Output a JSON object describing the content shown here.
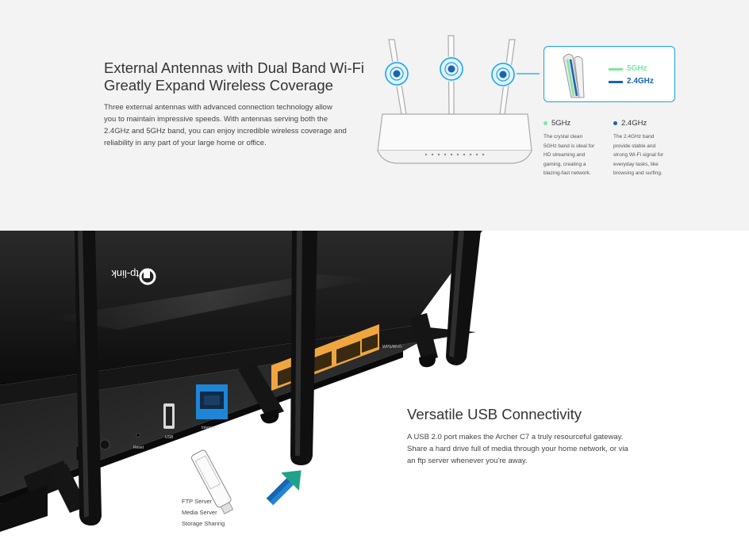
{
  "section1": {
    "title_lines": [
      "External Antennas with Dual Band Wi-Fi",
      "Greatly Expand Wireless Coverage"
    ],
    "body_lines": [
      "Three external antennas with advanced connection technology allow",
      "you to maintain impressive speeds. With antennas serving both the",
      "2.4GHz and 5GHz band, you can enjoy incredible wireless coverage and",
      "reliability in any part of your large home or office."
    ],
    "legend": {
      "label_5ghz": "5GHz",
      "label_24ghz": "2.4GHz"
    },
    "band_5ghz": {
      "name": "5GHz",
      "desc_lines": [
        "The crystal clean",
        "5GHz band is ideal for",
        "HD streaming and",
        "gaming, creating a",
        "blazing-fast network."
      ]
    },
    "band_24ghz": {
      "name": "2.4GHz",
      "desc_lines": [
        "The 2.4GHz band",
        "provide stable and",
        "strong Wi-Fi signal for",
        "everyday tasks, like",
        "browsing and surfing."
      ]
    }
  },
  "section2": {
    "title": "Versatile USB Connectivity",
    "body_lines": [
      "A USB 2.0 port makes the Archer C7 a truly resourceful gateway.",
      "Share a hard drive full of media through your home network, or via",
      "an ftp server whenever you're away."
    ],
    "usb_labels": [
      "FTP Server",
      "Media Server",
      "Storage Sharing"
    ],
    "router_brand": "tp-link",
    "port_labels": {
      "internet": "Internet",
      "usb": "USB",
      "reset": "Reset",
      "wps": "WPS/Wi-Fi"
    }
  },
  "colors": {
    "accent_blue": "#1aa0e0",
    "band_5ghz": "#7fe6a4",
    "band_24ghz": "#1a64b0",
    "lan_orange": "#f0a640",
    "wan_blue": "#1e86d6"
  }
}
